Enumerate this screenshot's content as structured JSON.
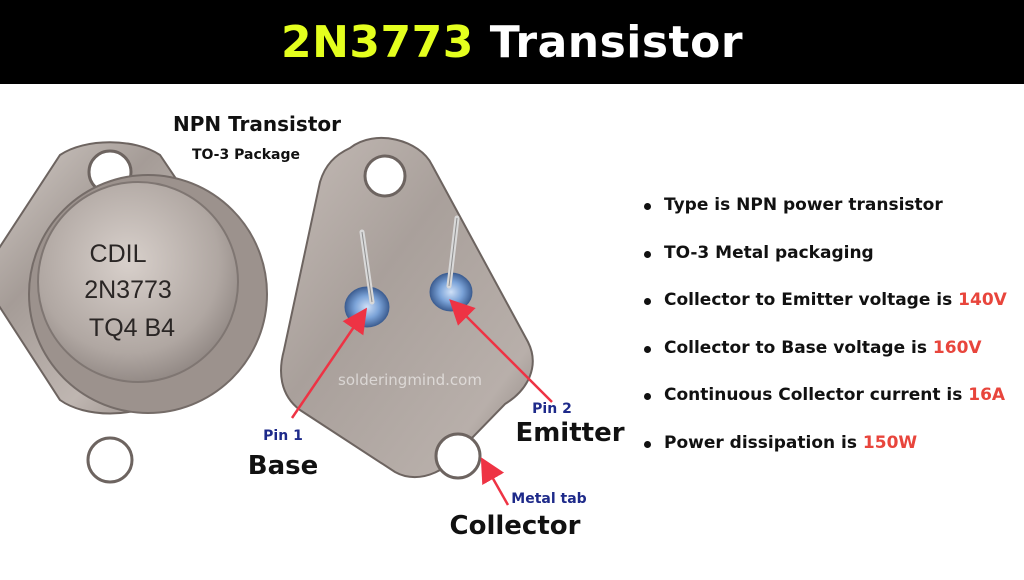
{
  "header": {
    "title_part1": "2N3773",
    "title_part2": "Transistor",
    "accent_color": "#e4ff1e",
    "background_color": "#000000"
  },
  "figure": {
    "type_label": "NPN Transistor",
    "package_label": "TO-3 Package",
    "body_marking": [
      "CDIL",
      "2N3773",
      "TQ4 B4"
    ],
    "watermark": "solderingmind.com",
    "pins": [
      {
        "number_label": "Pin 1",
        "name": "Base"
      },
      {
        "number_label": "Pin 2",
        "name": "Emitter"
      }
    ],
    "case_label": "Metal tab",
    "case_name": "Collector",
    "arrow_color": "#ee3344",
    "pin_label_color": "#1e2a8a"
  },
  "specs": {
    "items": [
      {
        "text": "Type is NPN power transistor",
        "value": ""
      },
      {
        "text": "TO-3 Metal packaging",
        "value": ""
      },
      {
        "text": "Collector to Emitter voltage is ",
        "value": "140V"
      },
      {
        "text": "Collector to Base voltage is ",
        "value": "160V"
      },
      {
        "text": "Continuous Collector current is ",
        "value": "16A"
      },
      {
        "text": "Power dissipation is ",
        "value": "150W"
      }
    ],
    "highlight_color": "#e8453c"
  }
}
